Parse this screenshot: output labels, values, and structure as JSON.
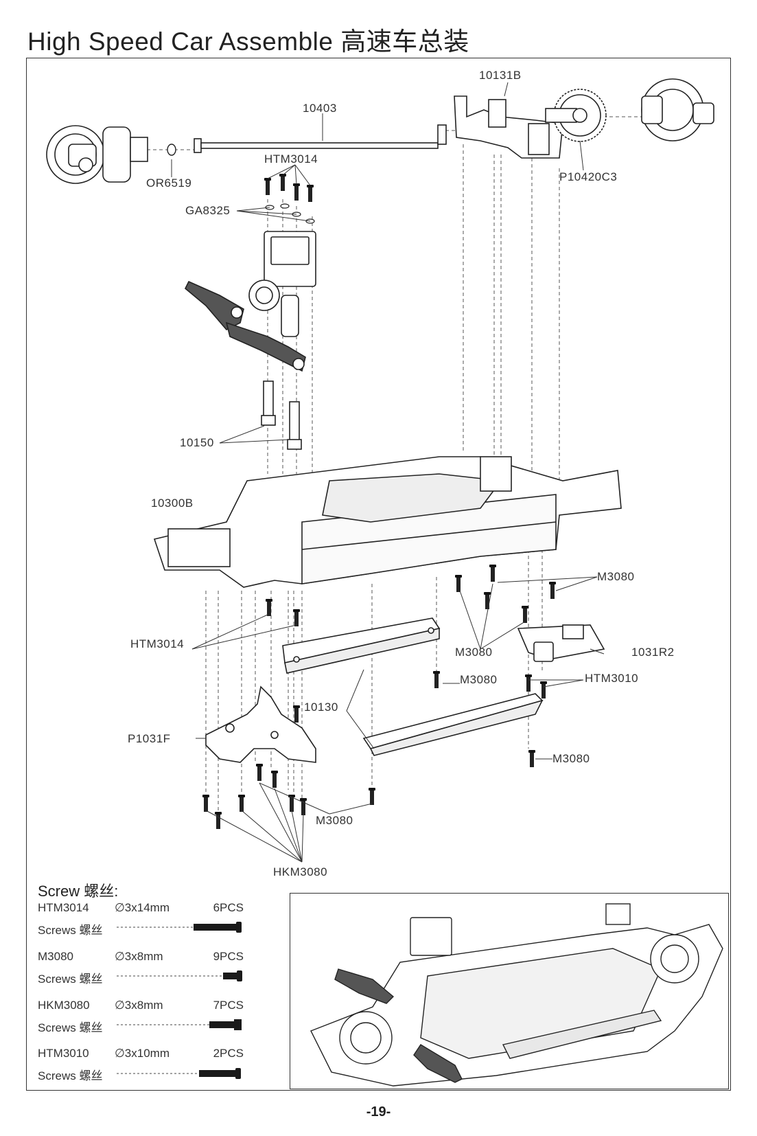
{
  "page": {
    "title": "High Speed Car Assemble 高速车总装",
    "page_number": "-19-"
  },
  "parts": {
    "p10131b": "10131B",
    "p10403": "10403",
    "htm3014_top": "HTM3014",
    "or6519": "OR6519",
    "p10420c3": "P10420C3",
    "ga8325": "GA8325",
    "p10150": "10150",
    "p10300b": "10300B",
    "m3080_right": "M3080",
    "htm3014_mid": "HTM3014",
    "m3080_center": "M3080",
    "p1031r2": "1031R2",
    "m3080_lower": "M3080",
    "htm3010": "HTM3010",
    "p10130": "10130",
    "p1031f": "P1031F",
    "m3080_bottom_right": "M3080",
    "m3080_bottom": "M3080",
    "hkm3080": "HKM3080"
  },
  "screws": {
    "heading": "Screw 螺丝:",
    "items": [
      {
        "code": "HTM3014",
        "size": "∅3x14mm",
        "qty": "6PCS",
        "kind": "Screws 螺丝"
      },
      {
        "code": "M3080",
        "size": "∅3x8mm",
        "qty": "9PCS",
        "kind": "Screws 螺丝"
      },
      {
        "code": "HKM3080",
        "size": "∅3x8mm",
        "qty": "7PCS",
        "kind": "Screws 螺丝"
      },
      {
        "code": "HTM3010",
        "size": "∅3x10mm",
        "qty": "2PCS",
        "kind": "Screws 螺丝"
      }
    ]
  }
}
